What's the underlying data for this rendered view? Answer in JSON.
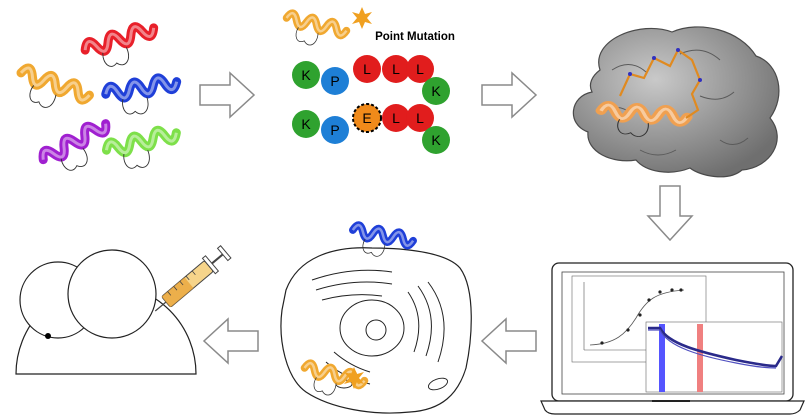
{
  "title": "Point Mutation",
  "sequence_original": [
    "K",
    "P",
    "L",
    "L",
    "L",
    "K"
  ],
  "sequence_mutated": [
    "K",
    "P",
    "E",
    "L",
    "L",
    "K"
  ],
  "residue_colors": {
    "K": "#2fa22f",
    "P": "#1e7fd6",
    "L": "#e11d1d",
    "E": "#f08a1a"
  },
  "helix_colors": [
    "#f0a830",
    "#e8202a",
    "#1f3fd8",
    "#a020d0",
    "#7ee04a"
  ],
  "icons": [
    "peptide-helix-icon",
    "arrow-right-icon",
    "arrow-down-icon",
    "arrow-left-icon",
    "protein-structure-icon",
    "laptop-icon",
    "binding-curve-chart-icon",
    "sensorgram-chart-icon",
    "cell-icon",
    "syringe-icon",
    "mouse-icon",
    "starburst-icon"
  ]
}
